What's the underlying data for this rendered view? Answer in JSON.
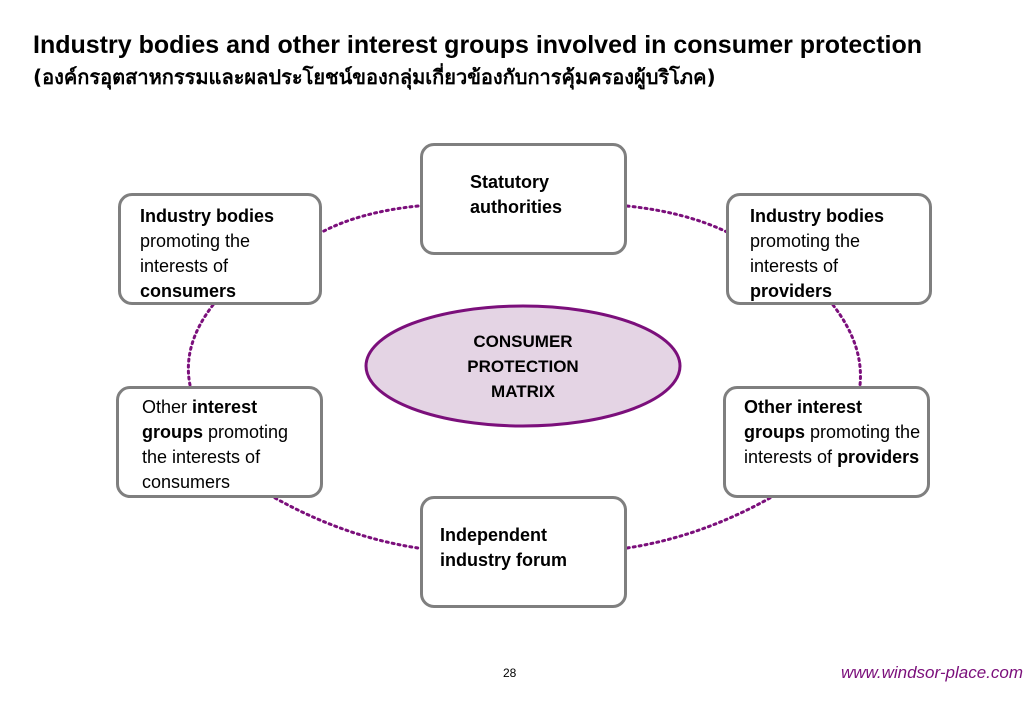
{
  "title": {
    "main": "Industry bodies and other interest groups involved in consumer protection",
    "thai": "(องค์กรอุตสาหกรรมและผลประโยชน์ของกลุ่มเกี่ยวข้องกับการคุ้มครองผู้บริโภค)"
  },
  "center": {
    "label": "CONSUMER PROTECTION MATRIX"
  },
  "nodes": {
    "statutory": {
      "line1": "Statutory",
      "line2": "authorities"
    },
    "consumers_industry": {
      "bold": "Industry bodies",
      "text": "promoting the interests of",
      "bold2": "consumers"
    },
    "providers_industry": {
      "bold": "Industry bodies",
      "text": "promoting the interests of",
      "bold2": "providers"
    },
    "consumers_other": {
      "pre": "Other",
      "bold": "interest groups",
      "text": "promoting the interests of consumers"
    },
    "providers_other": {
      "bold": "Other interest groups",
      "text": "promoting the interests of",
      "bold2": "providers"
    },
    "forum": {
      "line1": "Independent",
      "line2": "industry forum"
    }
  },
  "colors": {
    "ring": "#7b0f7b",
    "node_border": "#7f7f7f",
    "ellipse_fill": "#e4d4e4",
    "ellipse_stroke": "#7b0f7b"
  },
  "footer": {
    "page": "28",
    "url": "www.windsor-place.com"
  }
}
